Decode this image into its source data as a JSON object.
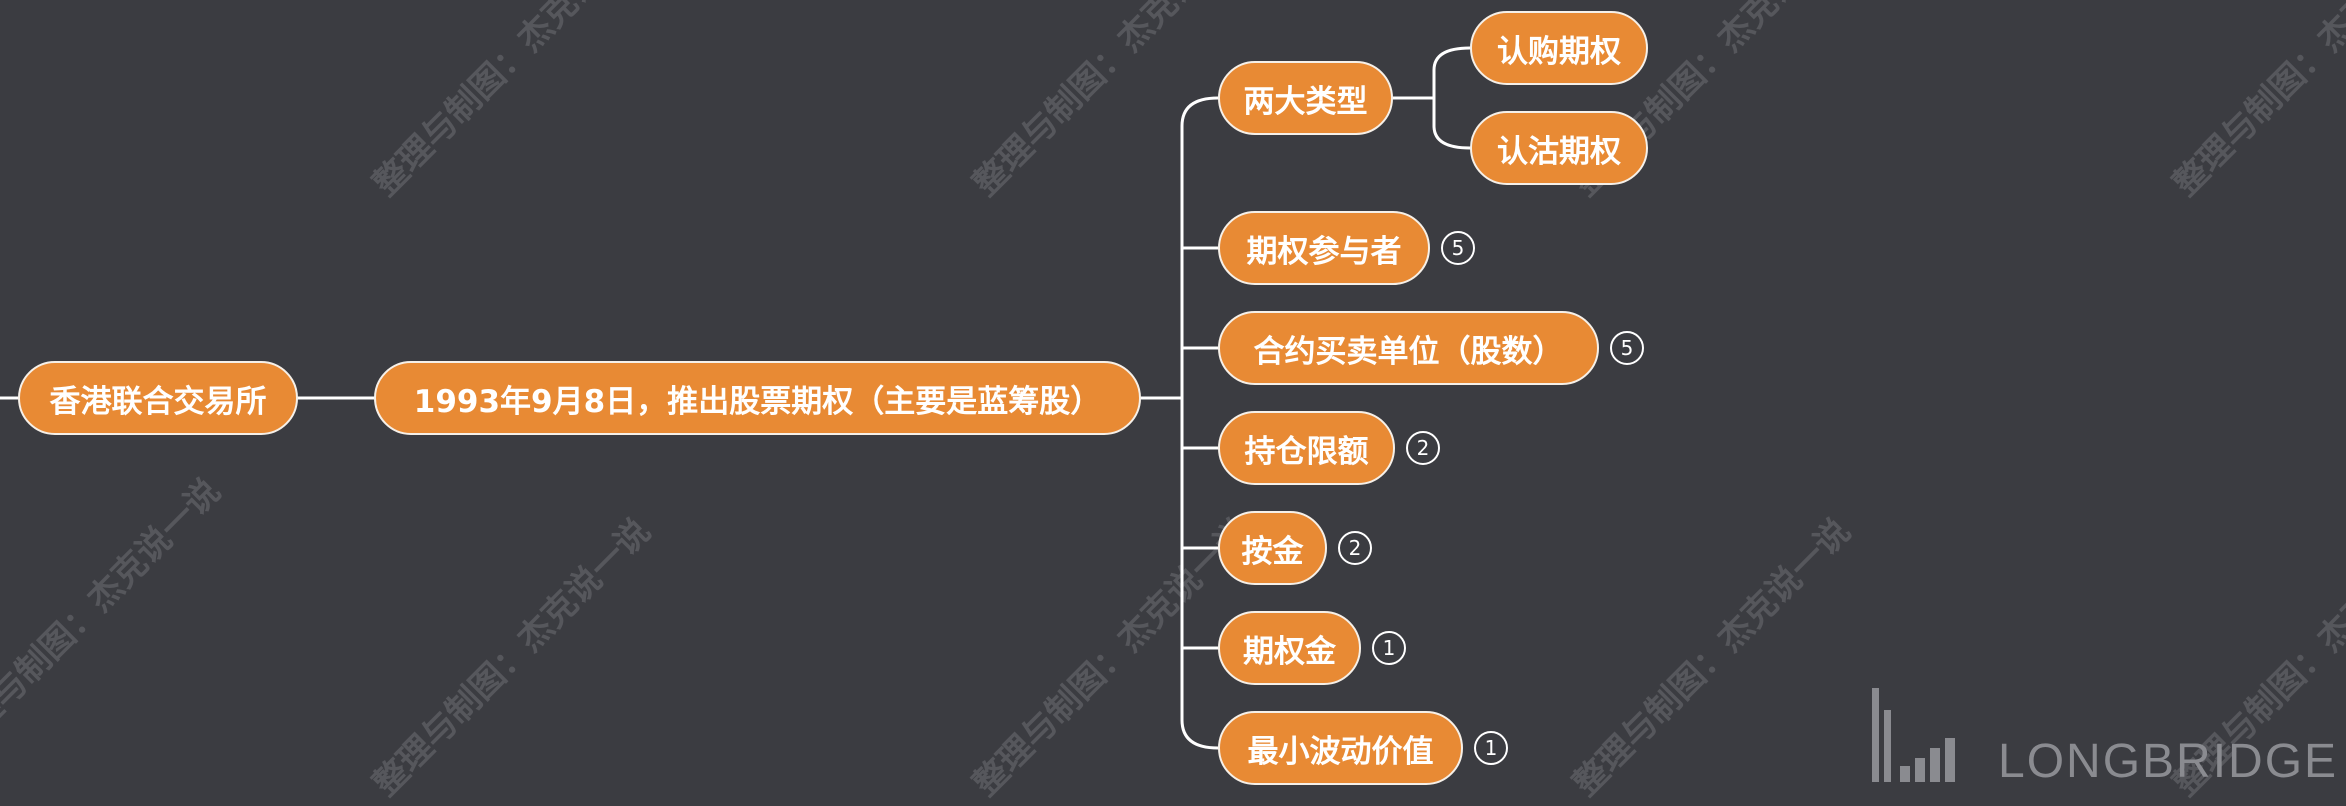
{
  "watermark_text": "整理与制图：杰克说一说",
  "root": {
    "label": "香港联合交易所"
  },
  "main": {
    "label": "1993年9月8日，推出股票期权（主要是蓝筹股）"
  },
  "branches": [
    {
      "label": "两大类型",
      "badge": "",
      "children": [
        "认购期权",
        "认沽期权"
      ]
    },
    {
      "label": "期权参与者",
      "badge": "5",
      "children": []
    },
    {
      "label": "合约买卖单位（股数）",
      "badge": "5",
      "children": []
    },
    {
      "label": "持仓限额",
      "badge": "2",
      "children": []
    },
    {
      "label": "按金",
      "badge": "2",
      "children": []
    },
    {
      "label": "期权金",
      "badge": "1",
      "children": []
    },
    {
      "label": "最小波动价值",
      "badge": "1",
      "children": []
    }
  ],
  "logo": {
    "text": "LONGBRIDGE"
  },
  "colors": {
    "background": "#3b3c41",
    "node_fill": "#e88a34",
    "node_border": "#f6f0e8",
    "connector": "#ffffff",
    "watermark": "#56575c",
    "logo": "#8a8b90"
  }
}
